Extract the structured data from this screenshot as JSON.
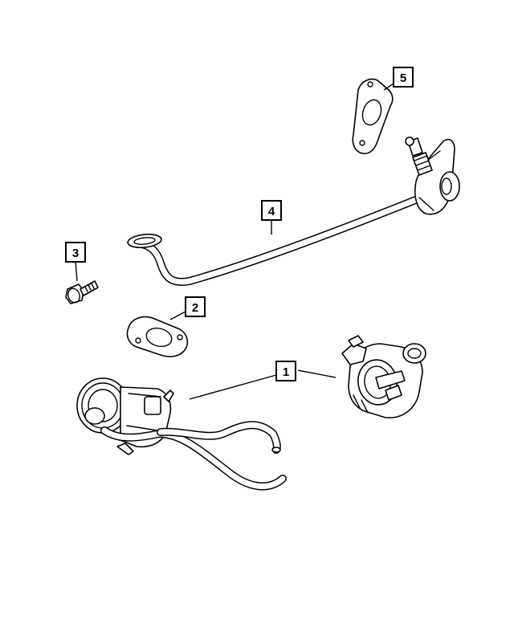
{
  "diagram": {
    "callouts": [
      {
        "number": "1",
        "part": "egr-valve-assembly"
      },
      {
        "number": "2",
        "part": "gasket-lower"
      },
      {
        "number": "3",
        "part": "bolt"
      },
      {
        "number": "4",
        "part": "egr-tube"
      },
      {
        "number": "5",
        "part": "gasket-upper"
      }
    ]
  }
}
